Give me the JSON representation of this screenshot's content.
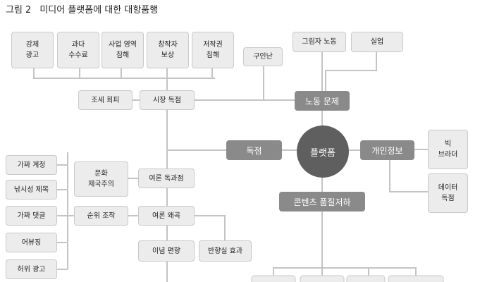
{
  "title": {
    "fig": "그림 2",
    "text": "미디어 플랫폼에 대한 대항품행"
  },
  "center": "플랫폼",
  "categories": {
    "labor": "노동 문제",
    "monopoly": "독점",
    "privacy": "개인정보",
    "content": "콘텐츠 품질저하"
  },
  "boxes": {
    "forced_ads": "강제\n광고",
    "excess_fee": "과다\n수수료",
    "biz_domain": "사업 영역\n침해",
    "creator_comp": "창작자\n보상",
    "copyright": "저작권\n침해",
    "job_seeking": "구인난",
    "shadow_labor": "그림자 노동",
    "unemployment": "실업",
    "tax_avoid": "조세 회피",
    "market_monopoly": "시장 독점",
    "big_brother": "빅\n브라더",
    "data_monopoly": "데이터\n독점",
    "fake_account": "가짜 계정",
    "clickbait": "낚시성 제목",
    "fake_comment": "가짜 댓글",
    "abusing": "어뷰징",
    "false_ads": "허위 광고",
    "cultural_imperialism": "문화\n제국주의",
    "opinion_oligopoly": "여론 독과점",
    "rank_manipulation": "순위 조작",
    "opinion_distortion": "여론 왜곡",
    "ideological_bias": "이념 편향",
    "echo_chamber": "반향실 효과"
  }
}
